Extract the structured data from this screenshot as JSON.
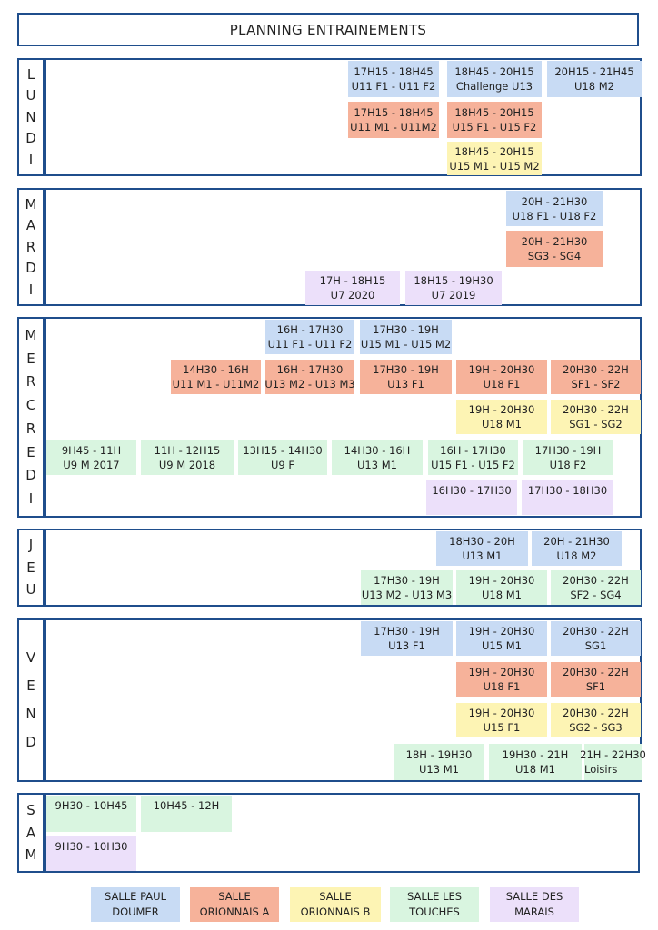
{
  "title": "PLANNING ENTRAINEMENTS",
  "colors": {
    "paul_doumer": "#c8dbf4",
    "orionnais_a": "#f6b29a",
    "orionnais_b": "#fdf4b4",
    "les_touches": "#d9f5e0",
    "des_marais": "#ece0fa",
    "border": "#1f4e8c"
  },
  "days": {
    "lundi": {
      "letters": [
        "L",
        "U",
        "N",
        "D",
        "I"
      ]
    },
    "mardi": {
      "letters": [
        "M",
        "A",
        "R",
        "D",
        "I"
      ]
    },
    "mercredi": {
      "letters": [
        "M",
        "E",
        "R",
        "C",
        "R",
        "E",
        "D",
        "I"
      ]
    },
    "jeudi": {
      "letters": [
        "J",
        "E",
        "U"
      ]
    },
    "vendredi": {
      "letters": [
        "V",
        "E",
        "N",
        "D"
      ]
    },
    "samedi": {
      "letters": [
        "S",
        "A",
        "M"
      ]
    }
  },
  "sessions": {
    "lun1": {
      "time": "17H15 - 18H45",
      "group": "U11 F1 - U11 F2"
    },
    "lun2": {
      "time": "18H45 - 20H15",
      "group": "Challenge U13"
    },
    "lun3": {
      "time": "20H15 - 21H45",
      "group": "U18 M2"
    },
    "lun4": {
      "time": "17H15 - 18H45",
      "group": "U11 M1 - U11M2"
    },
    "lun5": {
      "time": "18H45 - 20H15",
      "group": "U15 F1 - U15 F2"
    },
    "lun6": {
      "time": "18H45 - 20H15",
      "group": "U15 M1 - U15 M2"
    },
    "mar1": {
      "time": "20H - 21H30",
      "group": "U18 F1 - U18 F2"
    },
    "mar2": {
      "time": "20H - 21H30",
      "group": "SG3 - SG4"
    },
    "mar3": {
      "time": "17H - 18H15",
      "group": "U7 2020"
    },
    "mar4": {
      "time": "18H15 - 19H30",
      "group": "U7 2019"
    },
    "mer1": {
      "time": "16H - 17H30",
      "group": "U11 F1 - U11 F2"
    },
    "mer2": {
      "time": "17H30 - 19H",
      "group": "U15 M1 - U15 M2"
    },
    "mer3": {
      "time": "14H30 - 16H",
      "group": "U11 M1 - U11M2"
    },
    "mer4": {
      "time": "16H - 17H30",
      "group": "U13 M2 - U13 M3"
    },
    "mer5": {
      "time": "17H30 - 19H",
      "group": "U13 F1"
    },
    "mer6": {
      "time": "19H - 20H30",
      "group": "U18 F1"
    },
    "mer7": {
      "time": "20H30 - 22H",
      "group": "SF1 - SF2"
    },
    "mer8": {
      "time": "19H - 20H30",
      "group": "U18 M1"
    },
    "mer9": {
      "time": "20H30 - 22H",
      "group": "SG1 - SG2"
    },
    "mer10": {
      "time": "9H45 - 11H",
      "group": "U9 M 2017"
    },
    "mer11": {
      "time": "11H - 12H15",
      "group": "U9 M 2018"
    },
    "mer12": {
      "time": "13H15 - 14H30",
      "group": "U9 F"
    },
    "mer13": {
      "time": "14H30 - 16H",
      "group": "U13 M1"
    },
    "mer14": {
      "time": "16H - 17H30",
      "group": "U15 F1 - U15 F2"
    },
    "mer15": {
      "time": "17H30 - 19H",
      "group": "U18 F2"
    },
    "mer16": {
      "time": "16H30 - 17H30",
      "group": ""
    },
    "mer17": {
      "time": "17H30 - 18H30",
      "group": ""
    },
    "jeu1": {
      "time": "18H30 - 20H",
      "group": "U13 M1"
    },
    "jeu2": {
      "time": "20H - 21H30",
      "group": "U18 M2"
    },
    "jeu3": {
      "time": "17H30 - 19H",
      "group": "U13 M2 - U13 M3"
    },
    "jeu4": {
      "time": "19H - 20H30",
      "group": "U18 M1"
    },
    "jeu5": {
      "time": "20H30 - 22H",
      "group": "SF2 - SG4"
    },
    "ven1": {
      "time": "17H30 - 19H",
      "group": "U13 F1"
    },
    "ven2": {
      "time": "19H - 20H30",
      "group": "U15 M1"
    },
    "ven3": {
      "time": "20H30 - 22H",
      "group": "SG1"
    },
    "ven4": {
      "time": "19H - 20H30",
      "group": "U18 F1"
    },
    "ven5": {
      "time": "20H30 - 22H",
      "group": "SF1"
    },
    "ven6": {
      "time": "19H - 20H30",
      "group": "U15 F1"
    },
    "ven7": {
      "time": "20H30 - 22H",
      "group": "SG2 - SG3"
    },
    "ven8": {
      "time": "18H - 19H30",
      "group": "U13 M1"
    },
    "ven9": {
      "time": "19H30 - 21H",
      "group": "U18 M1"
    },
    "ven10": {
      "time": "21H - 22H30",
      "group": "Loisirs"
    },
    "sam1": {
      "time": "9H30 - 10H45",
      "group": ""
    },
    "sam2": {
      "time": "10H45 - 12H",
      "group": ""
    },
    "sam3": {
      "time": "9H30 - 10H30",
      "group": ""
    }
  },
  "legend": [
    {
      "line1": "SALLE PAUL",
      "line2": "DOUMER"
    },
    {
      "line1": "SALLE",
      "line2": "ORIONNAIS A"
    },
    {
      "line1": "SALLE",
      "line2": "ORIONNAIS B"
    },
    {
      "line1": "SALLE LES",
      "line2": "TOUCHES"
    },
    {
      "line1": "SALLE DES",
      "line2": "MARAIS"
    }
  ]
}
